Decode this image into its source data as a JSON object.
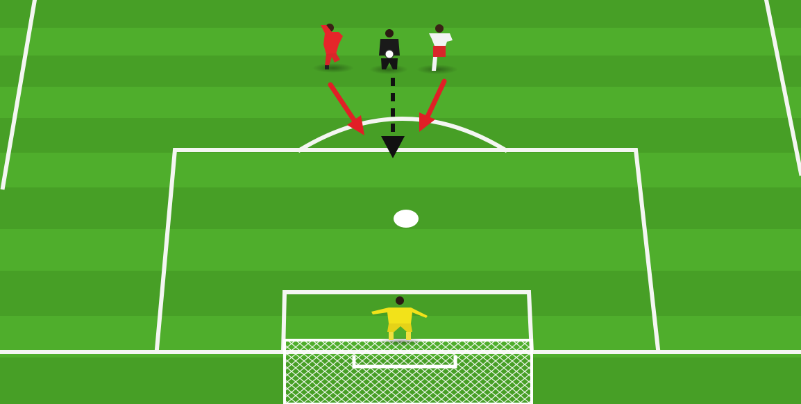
{
  "diagram": {
    "type": "soccer-drill-illustration",
    "colors": {
      "grass_light": "#4fae2c",
      "grass_dark": "#3f9a22",
      "line_white": "#f4f6f2",
      "team_red": "#e5262a",
      "team_white": "#f3f3f3",
      "referee_black": "#1a1a1a",
      "keeper_yellow": "#f2e21a",
      "arrow_red": "#e11f26",
      "arrow_black": "#111111"
    },
    "players": [
      {
        "role": "attacker",
        "kit": "red"
      },
      {
        "role": "referee",
        "kit": "black",
        "holding": "ball"
      },
      {
        "role": "defender",
        "kit": "white-red"
      },
      {
        "role": "goalkeeper",
        "kit": "yellow"
      }
    ],
    "arrows": [
      {
        "from": "attacker",
        "style": "solid",
        "color": "red"
      },
      {
        "from": "referee",
        "style": "dashed",
        "color": "black",
        "meaning": "drop-ball"
      },
      {
        "from": "defender",
        "style": "solid",
        "color": "red"
      }
    ],
    "markings": [
      "touchlines",
      "penalty-area",
      "penalty-arc",
      "goal-area",
      "penalty-spot",
      "goal-line",
      "goal-net"
    ]
  }
}
